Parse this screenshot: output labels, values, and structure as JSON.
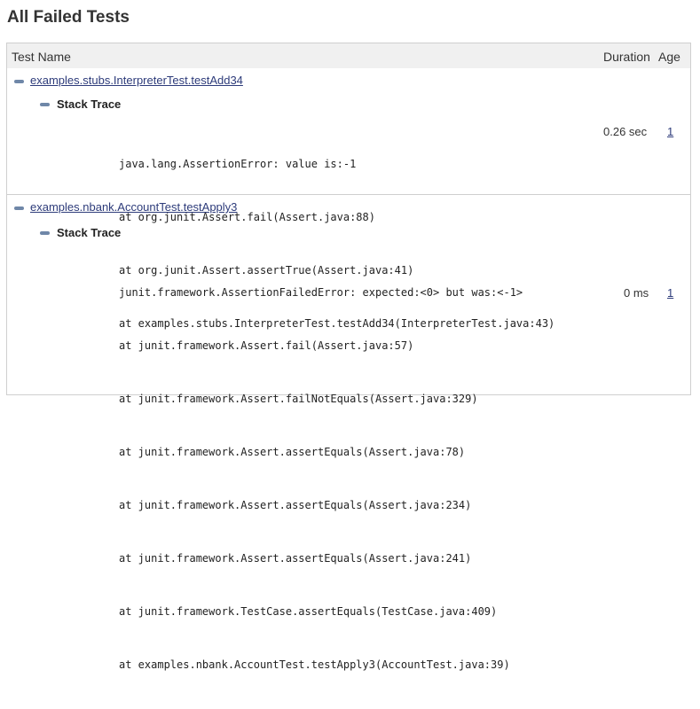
{
  "page": {
    "title": "All Failed Tests"
  },
  "table": {
    "columns": {
      "name": "Test Name",
      "duration": "Duration",
      "age": "Age"
    }
  },
  "tests": [
    {
      "name": "examples.stubs.InterpreterTest.testAdd34",
      "stack_label": "Stack Trace",
      "trace": [
        "java.lang.AssertionError: value is:-1",
        "at org.junit.Assert.fail(Assert.java:88)",
        "at org.junit.Assert.assertTrue(Assert.java:41)",
        "at examples.stubs.InterpreterTest.testAdd34(InterpreterTest.java:43)"
      ],
      "duration": "0.26 sec",
      "age": "1"
    },
    {
      "name": "examples.nbank.AccountTest.testApply3",
      "stack_label": "Stack Trace",
      "trace": [
        "junit.framework.AssertionFailedError: expected:<0> but was:<-1>",
        "at junit.framework.Assert.fail(Assert.java:57)",
        "at junit.framework.Assert.failNotEquals(Assert.java:329)",
        "at junit.framework.Assert.assertEquals(Assert.java:78)",
        "at junit.framework.Assert.assertEquals(Assert.java:234)",
        "at junit.framework.Assert.assertEquals(Assert.java:241)",
        "at junit.framework.TestCase.assertEquals(TestCase.java:409)",
        "at examples.nbank.AccountTest.testApply3(AccountTest.java:39)"
      ],
      "duration": "0 ms",
      "age": "1"
    }
  ]
}
